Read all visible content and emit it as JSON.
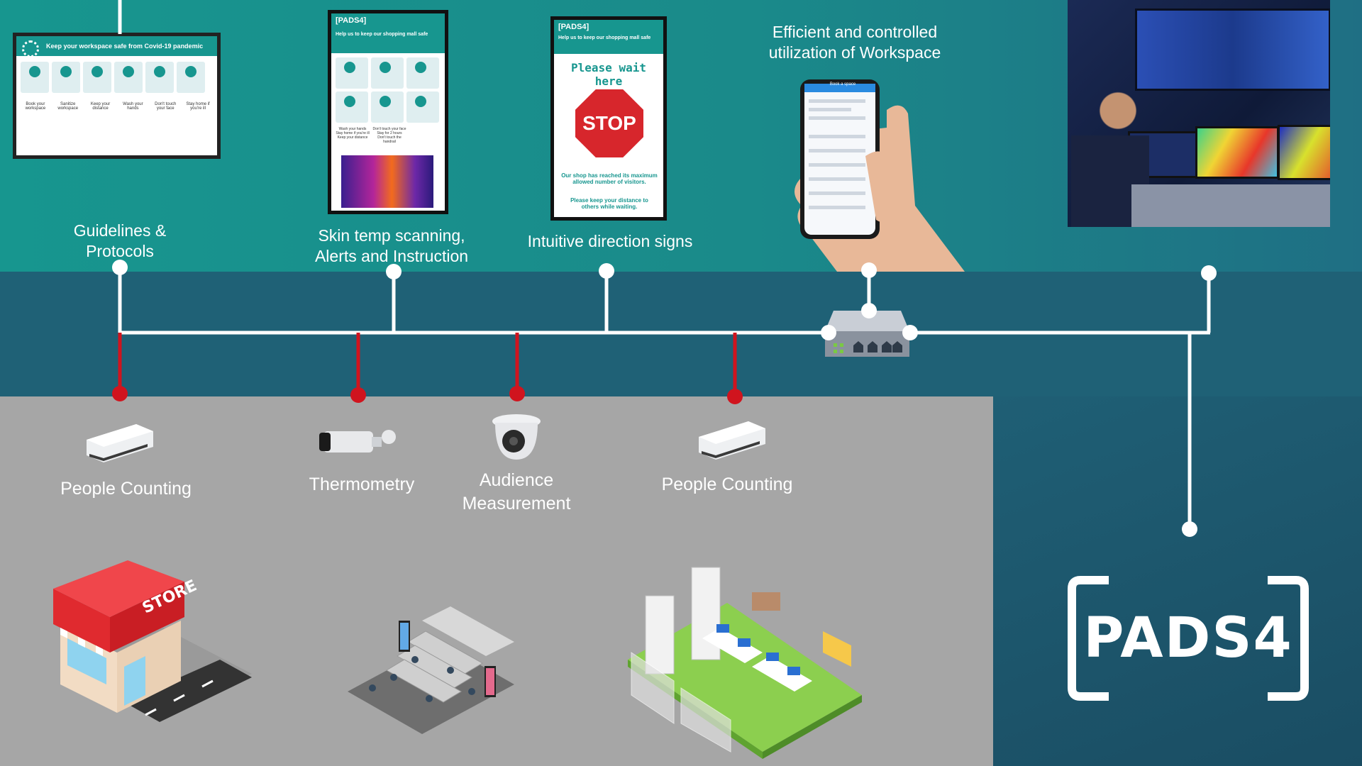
{
  "top_labels": {
    "guidelines": "Guidelines &\nProtocols",
    "skin_temp": "Skin temp scanning,\nAlerts and Instruction",
    "direction": "Intuitive direction signs",
    "workspace": "Efficient and controlled\nutilization of Workspace"
  },
  "bottom_labels": {
    "people_counting_1": "People Counting",
    "thermometry": "Thermometry",
    "audience": "Audience\nMeasurement",
    "people_counting_2": "People Counting"
  },
  "screen_guidelines": {
    "header": "Keep your workspace safe from Covid-19 pandemic",
    "tiles": [
      "Book your workspace",
      "Sanitize workspace",
      "Keep your distance",
      "Wash your hands",
      "Don't touch your face",
      "Stay home if you're ill"
    ]
  },
  "screen_skin": {
    "brand": "[PADS4]",
    "header": "Help us to keep our shopping mall safe",
    "tiles": [
      "Wash your hands",
      "Don't touch your face",
      "Stay home if you're ill",
      "Stay for 2 hours",
      "Keep your distance",
      "Don't touch the handrail"
    ]
  },
  "screen_stop": {
    "brand": "[PADS4]",
    "header": "Help us to keep our shopping mall safe",
    "title": "Please wait here",
    "sign": "STOP",
    "body1": "Our shop has reached its maximum allowed number of visitors.",
    "body2": "Please keep your distance to others while waiting."
  },
  "phone": {
    "header": "Book a space"
  },
  "store_sign": "STORE",
  "logo": "PADS4",
  "colors": {
    "teal": "#17968f",
    "mid": "#1f6176",
    "gray": "#a6a6a6",
    "line": "#ffffff",
    "sensor": "#d0141e",
    "stop": "#d7262c"
  }
}
